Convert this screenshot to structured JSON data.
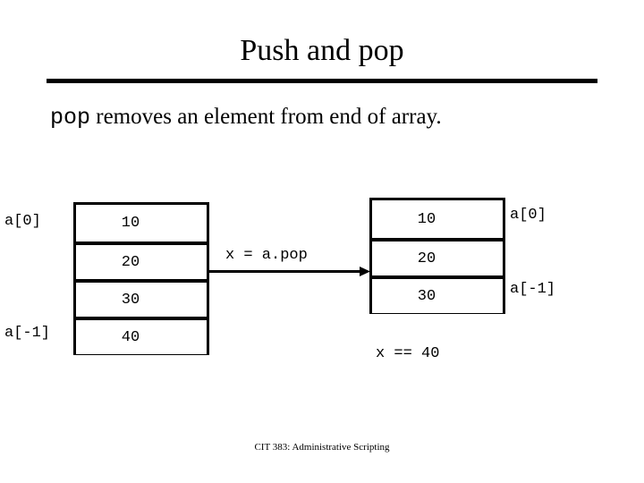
{
  "slide": {
    "title": "Push and pop",
    "subtitle": {
      "code": "pop",
      "rest": " removes an element from end of array."
    },
    "footer": "CIT 383: Administrative Scripting",
    "colors": {
      "ink": "#000000",
      "background": "#ffffff"
    }
  },
  "diagram": {
    "array_before": {
      "values": [
        "10",
        "20",
        "30",
        "40"
      ],
      "first_index_label": "a[0]",
      "last_index_label": "a[-1]"
    },
    "array_after": {
      "values": [
        "10",
        "20",
        "30"
      ],
      "first_index_label": "a[0]",
      "last_index_label": "a[-1]"
    },
    "operation": {
      "label": "x = a.pop",
      "arrow": "arrow-right-icon"
    },
    "result": "x == 40"
  }
}
